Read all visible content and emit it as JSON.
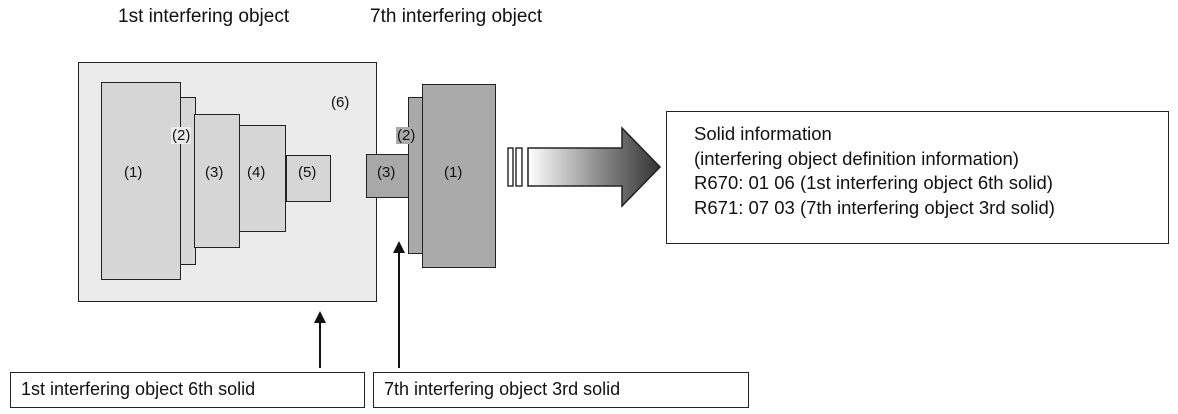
{
  "labels": {
    "first_object": "1st interfering object",
    "seventh_object": "7th interfering object"
  },
  "first_object_solids": {
    "s1": "(1)",
    "s2": "(2)",
    "s3": "(3)",
    "s4": "(4)",
    "s5": "(5)",
    "s6": "(6)"
  },
  "seventh_object_solids": {
    "s1": "(1)",
    "s2": "(2)",
    "s3": "(3)"
  },
  "info": {
    "line1": "Solid information",
    "line2": "(interfering object definition information)",
    "line3": "R670: 01 06 (1st interfering object 6th solid)",
    "line4": "R671: 07 03 (7th interfering object 3rd solid)"
  },
  "callouts": {
    "left": "1st interfering object 6th solid",
    "right": "7th interfering object 3rd solid"
  },
  "colors": {
    "container_fill": "#ebebeb",
    "solid_fill": "#d6d6d6",
    "dark_solid_fill": "#aaaaaa"
  }
}
